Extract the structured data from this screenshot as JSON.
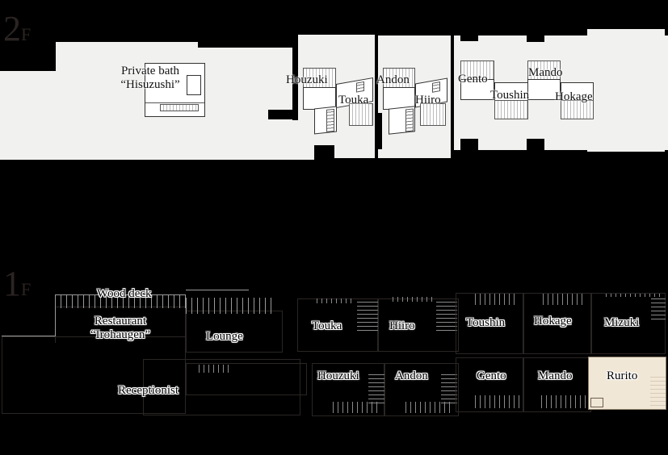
{
  "floors": {
    "second": {
      "label_number": "2",
      "label_suffix": "F",
      "areas": {
        "private_bath": {
          "line1": "Private bath",
          "line2": "“Hisuzushi”"
        },
        "rooms": [
          "Houzuki",
          "Touka",
          "Andon",
          "Hiiro",
          "Gento",
          "Toushin",
          "Mando",
          "Hokage"
        ]
      }
    },
    "first": {
      "label_number": "1",
      "label_suffix": "F",
      "areas": {
        "wood_deck": "Wood deck",
        "restaurant": {
          "line1": "Restaurant",
          "line2": "“Irohaugen”"
        },
        "lounge": "Lounge",
        "receptionist": "Receptionist",
        "rooms_top": [
          "Touka",
          "Hiiro",
          "Toushin",
          "Hokage",
          "Mizuki"
        ],
        "rooms_bottom": [
          "Houzuki",
          "Andon",
          "Gento",
          "Mando",
          "Rurito"
        ],
        "highlighted_room": "Rurito"
      }
    }
  },
  "colors": {
    "background": "#000000",
    "floor2_fill": "#f1f1ef",
    "highlight_fill": "#f1e7d6",
    "floor_label": "#2b2422"
  }
}
